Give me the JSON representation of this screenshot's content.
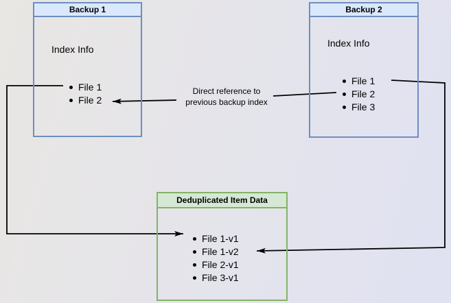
{
  "nodes": {
    "backup1": {
      "title": "Backup 1",
      "subtitle": "Index Info",
      "items": [
        "File 1",
        "File 2"
      ]
    },
    "backup2": {
      "title": "Backup 2",
      "subtitle": "Index Info",
      "items": [
        "File 1",
        "File 2",
        "File 3"
      ]
    },
    "dedup": {
      "title": "Deduplicated Item Data",
      "items": [
        "File 1-v1",
        "File 1-v2",
        "File 2-v1",
        "File 3-v1"
      ]
    }
  },
  "edge_label": {
    "line1": "Direct reference to",
    "line2": "previous backup index"
  },
  "colors": {
    "blue_header_fill": "#dae8fc",
    "blue_border": "#6c8ebf",
    "green_header_fill": "#d5e8d4",
    "green_border": "#82b366",
    "edge_stroke": "#000000"
  }
}
